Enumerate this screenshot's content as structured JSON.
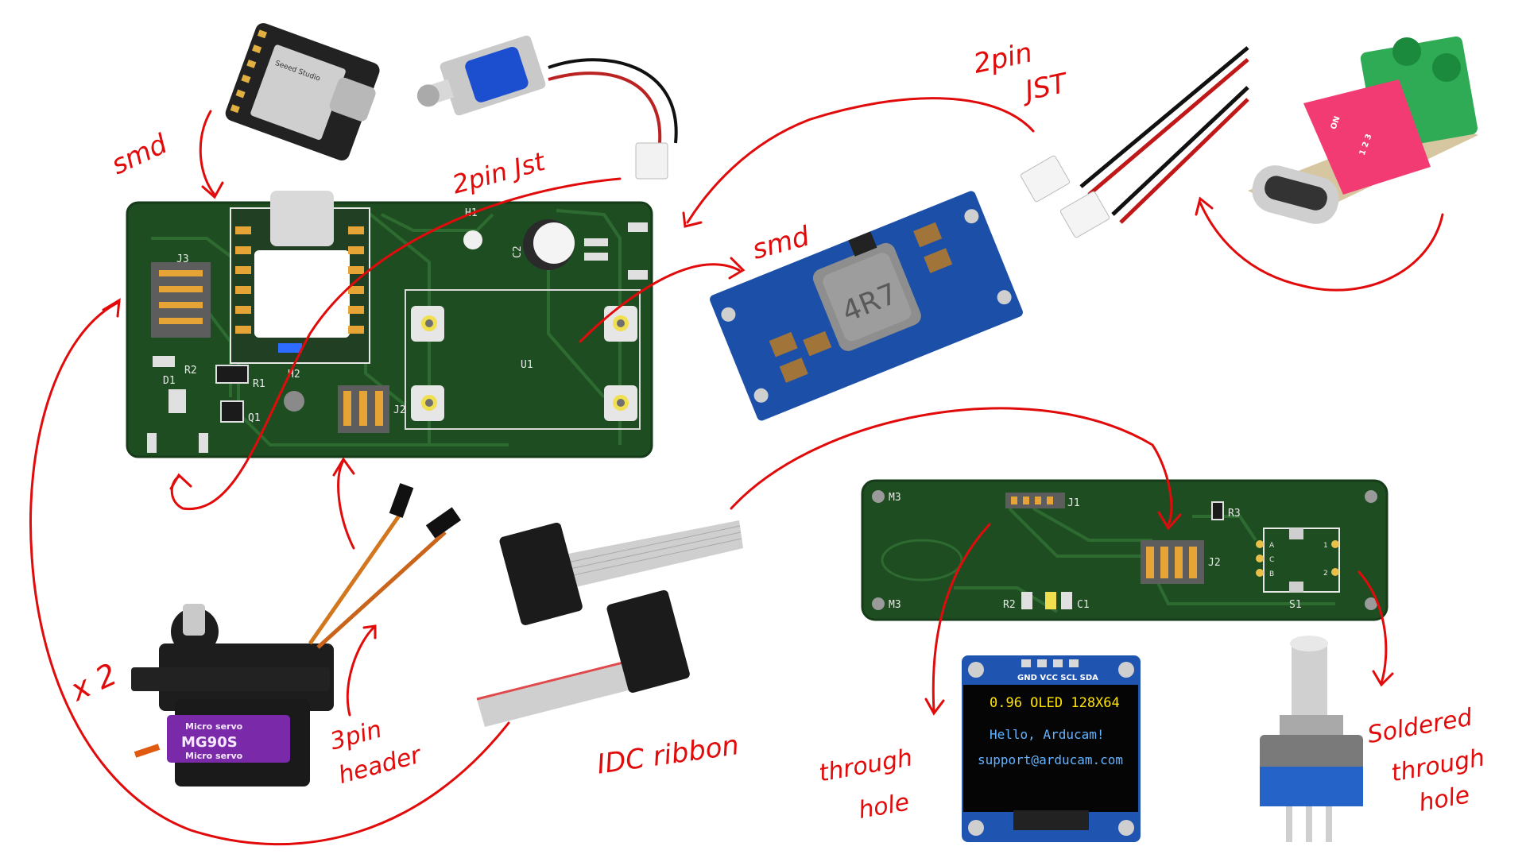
{
  "annotations": {
    "smd_xiao": "smd",
    "jst_solenoid": "2pin Jst",
    "jst_top_line1": "2pin",
    "jst_top_line2": "JST",
    "smd_buck": "smd",
    "servo_multiplier": "x 2",
    "servo_header_line1": "3pin",
    "servo_header_line2": "header",
    "idc": "IDC ribbon",
    "oled_line1": "through",
    "oled_line2": "hole",
    "encoder_line1": "Soldered",
    "encoder_line2": "through",
    "encoder_line3": "hole"
  },
  "main_pcb": {
    "refs": [
      "J3",
      "H1",
      "C2",
      "D1",
      "R1",
      "H2",
      "Q1",
      "J2",
      "U1",
      "R2"
    ]
  },
  "second_pcb": {
    "refs": [
      "M3",
      "M3",
      "J1",
      "R3",
      "J2",
      "S1",
      "R2",
      "C1",
      "A",
      "C",
      "B",
      "1",
      "2"
    ]
  },
  "xiao": {
    "brand": "Seeed Studio"
  },
  "buck": {
    "inductor": "4R7"
  },
  "usbc_trigger": {
    "switch_label": "ON",
    "switch_numbers": "1 2 3"
  },
  "oled": {
    "pins": "GND VCC SCL SDA",
    "line1": "0.96 OLED 128X64",
    "line2": "Hello, Arducam!",
    "line3": "support@arducam.com"
  },
  "servo": {
    "line1": "Micro servo",
    "model": "MG90S",
    "line3": "Micro servo"
  },
  "colors": {
    "annotation": "#e10b0b",
    "pcb": "#1f4d22",
    "pcb_trace": "#2e6b31",
    "buck_board": "#1b4fa8"
  }
}
